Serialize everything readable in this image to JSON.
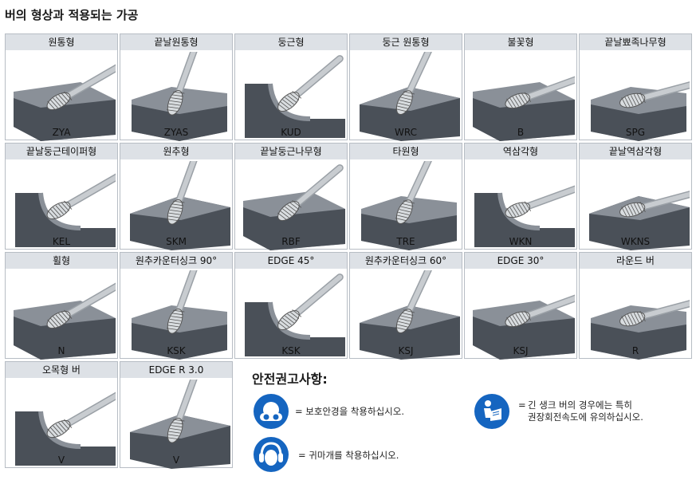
{
  "title": "버의 형상과 적용되는 가공",
  "colors": {
    "header_bg": "#dde1e6",
    "block": "#4a5058",
    "block_top": "#8a9098",
    "tool": "#c8ccd0",
    "safety_blue": "#1565c0"
  },
  "cells": [
    {
      "head": "원통형",
      "code": "ZYA"
    },
    {
      "head": "끝날원통형",
      "code": "ZYAS"
    },
    {
      "head": "둥근형",
      "code": "KUD"
    },
    {
      "head": "둥근 원통형",
      "code": "WRC"
    },
    {
      "head": "불꽃형",
      "code": "B"
    },
    {
      "head": "끝날뾰족나무형",
      "code": "SPG"
    },
    {
      "head": "끝날둥근테이퍼형",
      "code": "KEL"
    },
    {
      "head": "원추형",
      "code": "SKM"
    },
    {
      "head": "끝날둥근나무형",
      "code": "RBF"
    },
    {
      "head": "타원형",
      "code": "TRE"
    },
    {
      "head": "역삼각형",
      "code": "WKN"
    },
    {
      "head": "끝날역삼각형",
      "code": "WKNS"
    },
    {
      "head": "휠형",
      "code": "N"
    },
    {
      "head": "원추카운터싱크 90°",
      "code": "KSK"
    },
    {
      "head": "EDGE 45°",
      "code": "KSK"
    },
    {
      "head": "원추카운터싱크 60°",
      "code": "KSJ"
    },
    {
      "head": "EDGE 30°",
      "code": "KSJ"
    },
    {
      "head": "라운드 버",
      "code": "R"
    },
    {
      "head": "오목형 버",
      "code": "V"
    },
    {
      "head": "EDGE R 3.0",
      "code": "V"
    }
  ],
  "safety": {
    "title": "안전권고사항:",
    "items": [
      {
        "icon": "goggles-icon",
        "text": "= 보호안경을 착용하십시오."
      },
      {
        "icon": "ear-protection-icon",
        "text": "= 귀마개를 착용하십시오."
      },
      {
        "icon": "manual-reading-icon",
        "text_line1": "긴 생크 버의 경우에는 특히",
        "text_line2": "권장회전속도에 유의하십시오.",
        "prefix": "="
      }
    ]
  }
}
